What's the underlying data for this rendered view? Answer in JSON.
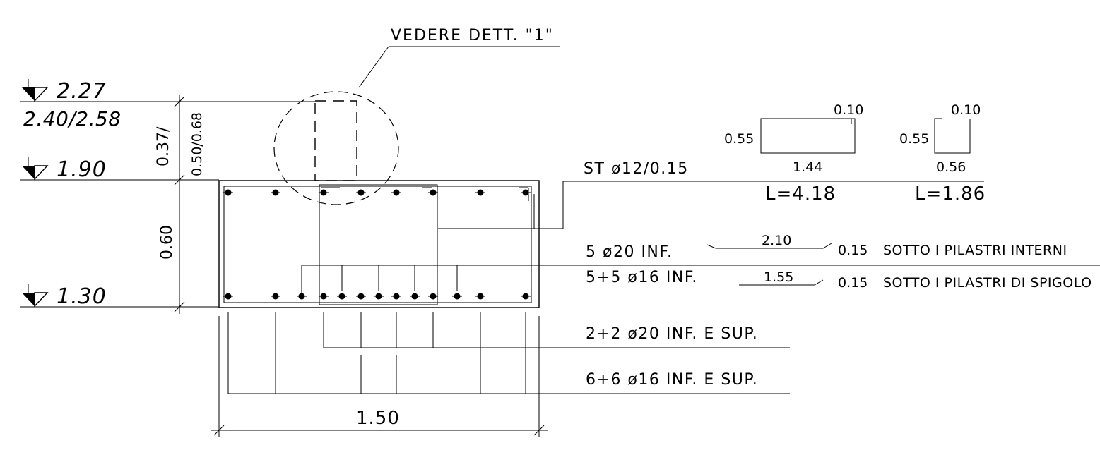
{
  "detail_callout": "VEDERE DETT. \"1\"",
  "levels": {
    "top": "2.27",
    "top_sub": "2.40/2.58",
    "mid": "1.90",
    "bottom": "1.30"
  },
  "vertical_dims": {
    "a": "0.37/",
    "b": "0.50/0.68",
    "beam_height": "0.60"
  },
  "stirrup": {
    "label": "ST ø12/0.15",
    "shape1": {
      "top": "0.10",
      "side": "0.55",
      "bottom": "1.44",
      "length": "L=4.18"
    },
    "shape2": {
      "top": "0.10",
      "side": "0.55",
      "bottom": "0.56",
      "length": "L=1.86"
    }
  },
  "bottom_bars": {
    "bar1": {
      "label": "5 ø20 INF.",
      "length": "2.10",
      "hook": "0.15",
      "note": "SOTTO I PILASTRI INTERNI"
    },
    "bar2": {
      "label": "5+5 ø16 INF.",
      "length": "1.55",
      "hook": "0.15",
      "note": "SOTTO I PILASTRI DI SPIGOLO"
    }
  },
  "long_bars": {
    "bar3": "2+2 ø20 INF. E SUP.",
    "bar4": "6+6 ø16 INF. E SUP."
  },
  "beam_width": "1.50"
}
